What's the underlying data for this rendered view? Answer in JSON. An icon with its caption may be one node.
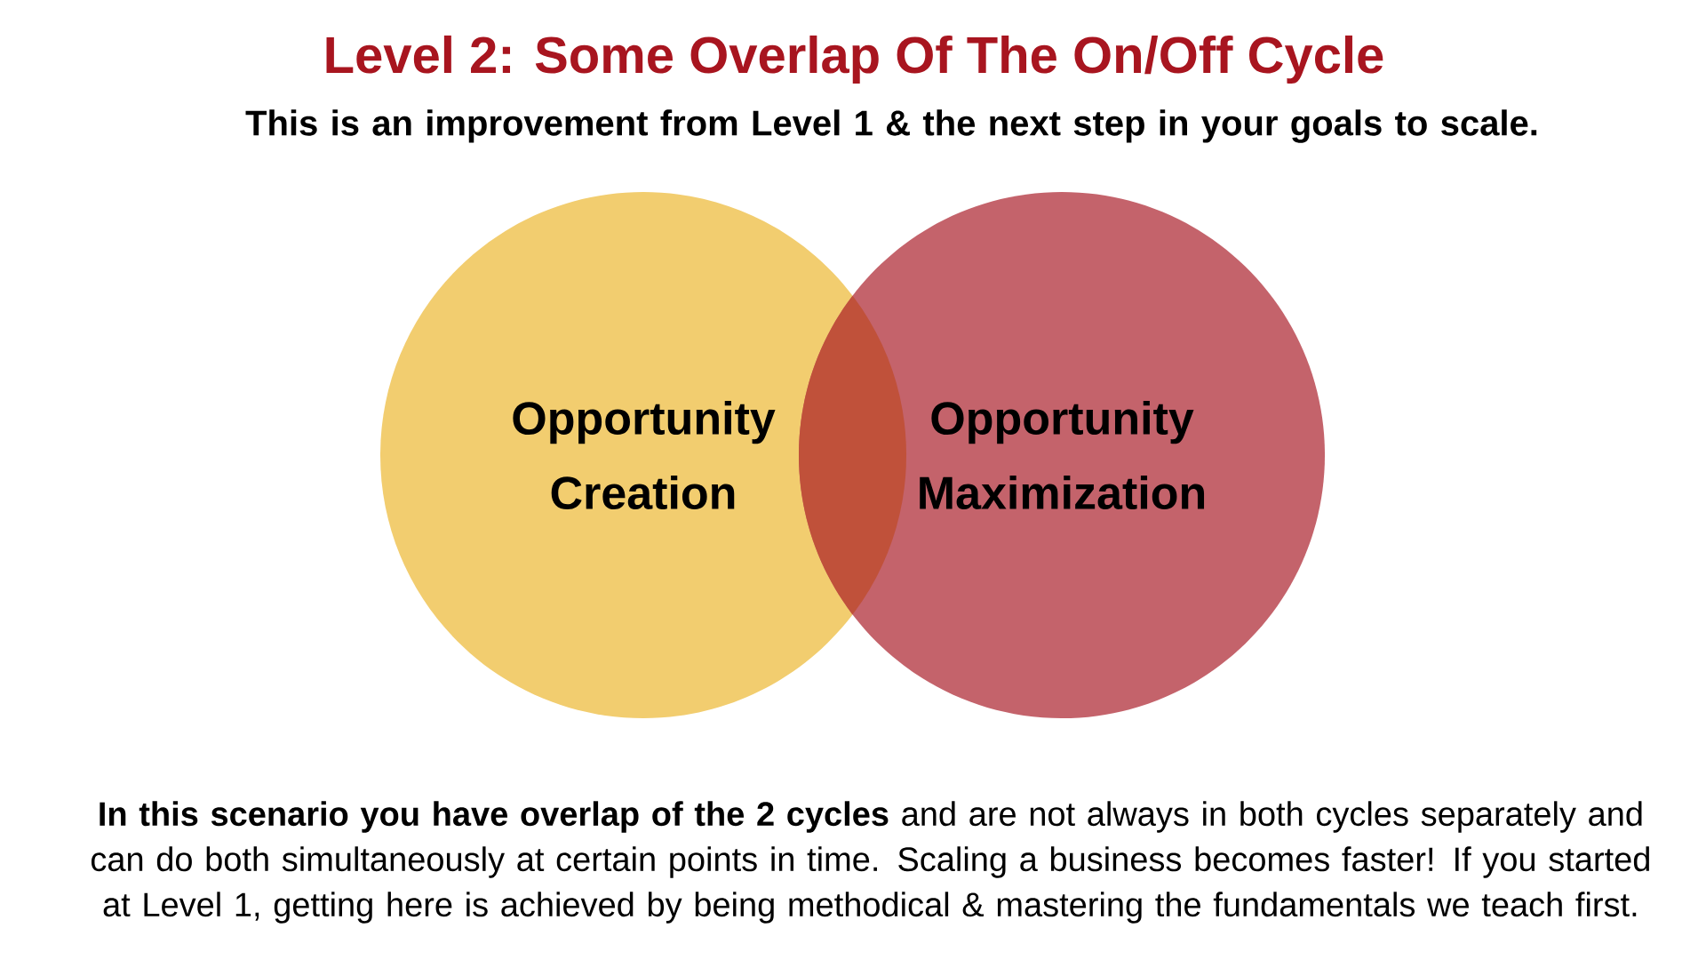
{
  "diagram": {
    "title": "Level 2: Some Overlap Of The On/Off Cycle",
    "nodes": [
      {
        "text": [
          "Opportunity Creation"
        ]
      },
      {
        "text": [
          "Opportunity Maximization"
        ]
      }
    ],
    "labels": [
      "This is an improvement from Level 1 & the next step in your goals to scale.",
      "**In this scenario you have overlap of the 2 cycles** and are not always in both cycles separately and can do both simultaneously at certain points in time. Scaling a business becomes faster! If you started at Level 1, getting here is achieved by being methodical & mastering the fundamentals we teach first."
    ]
  }
}
